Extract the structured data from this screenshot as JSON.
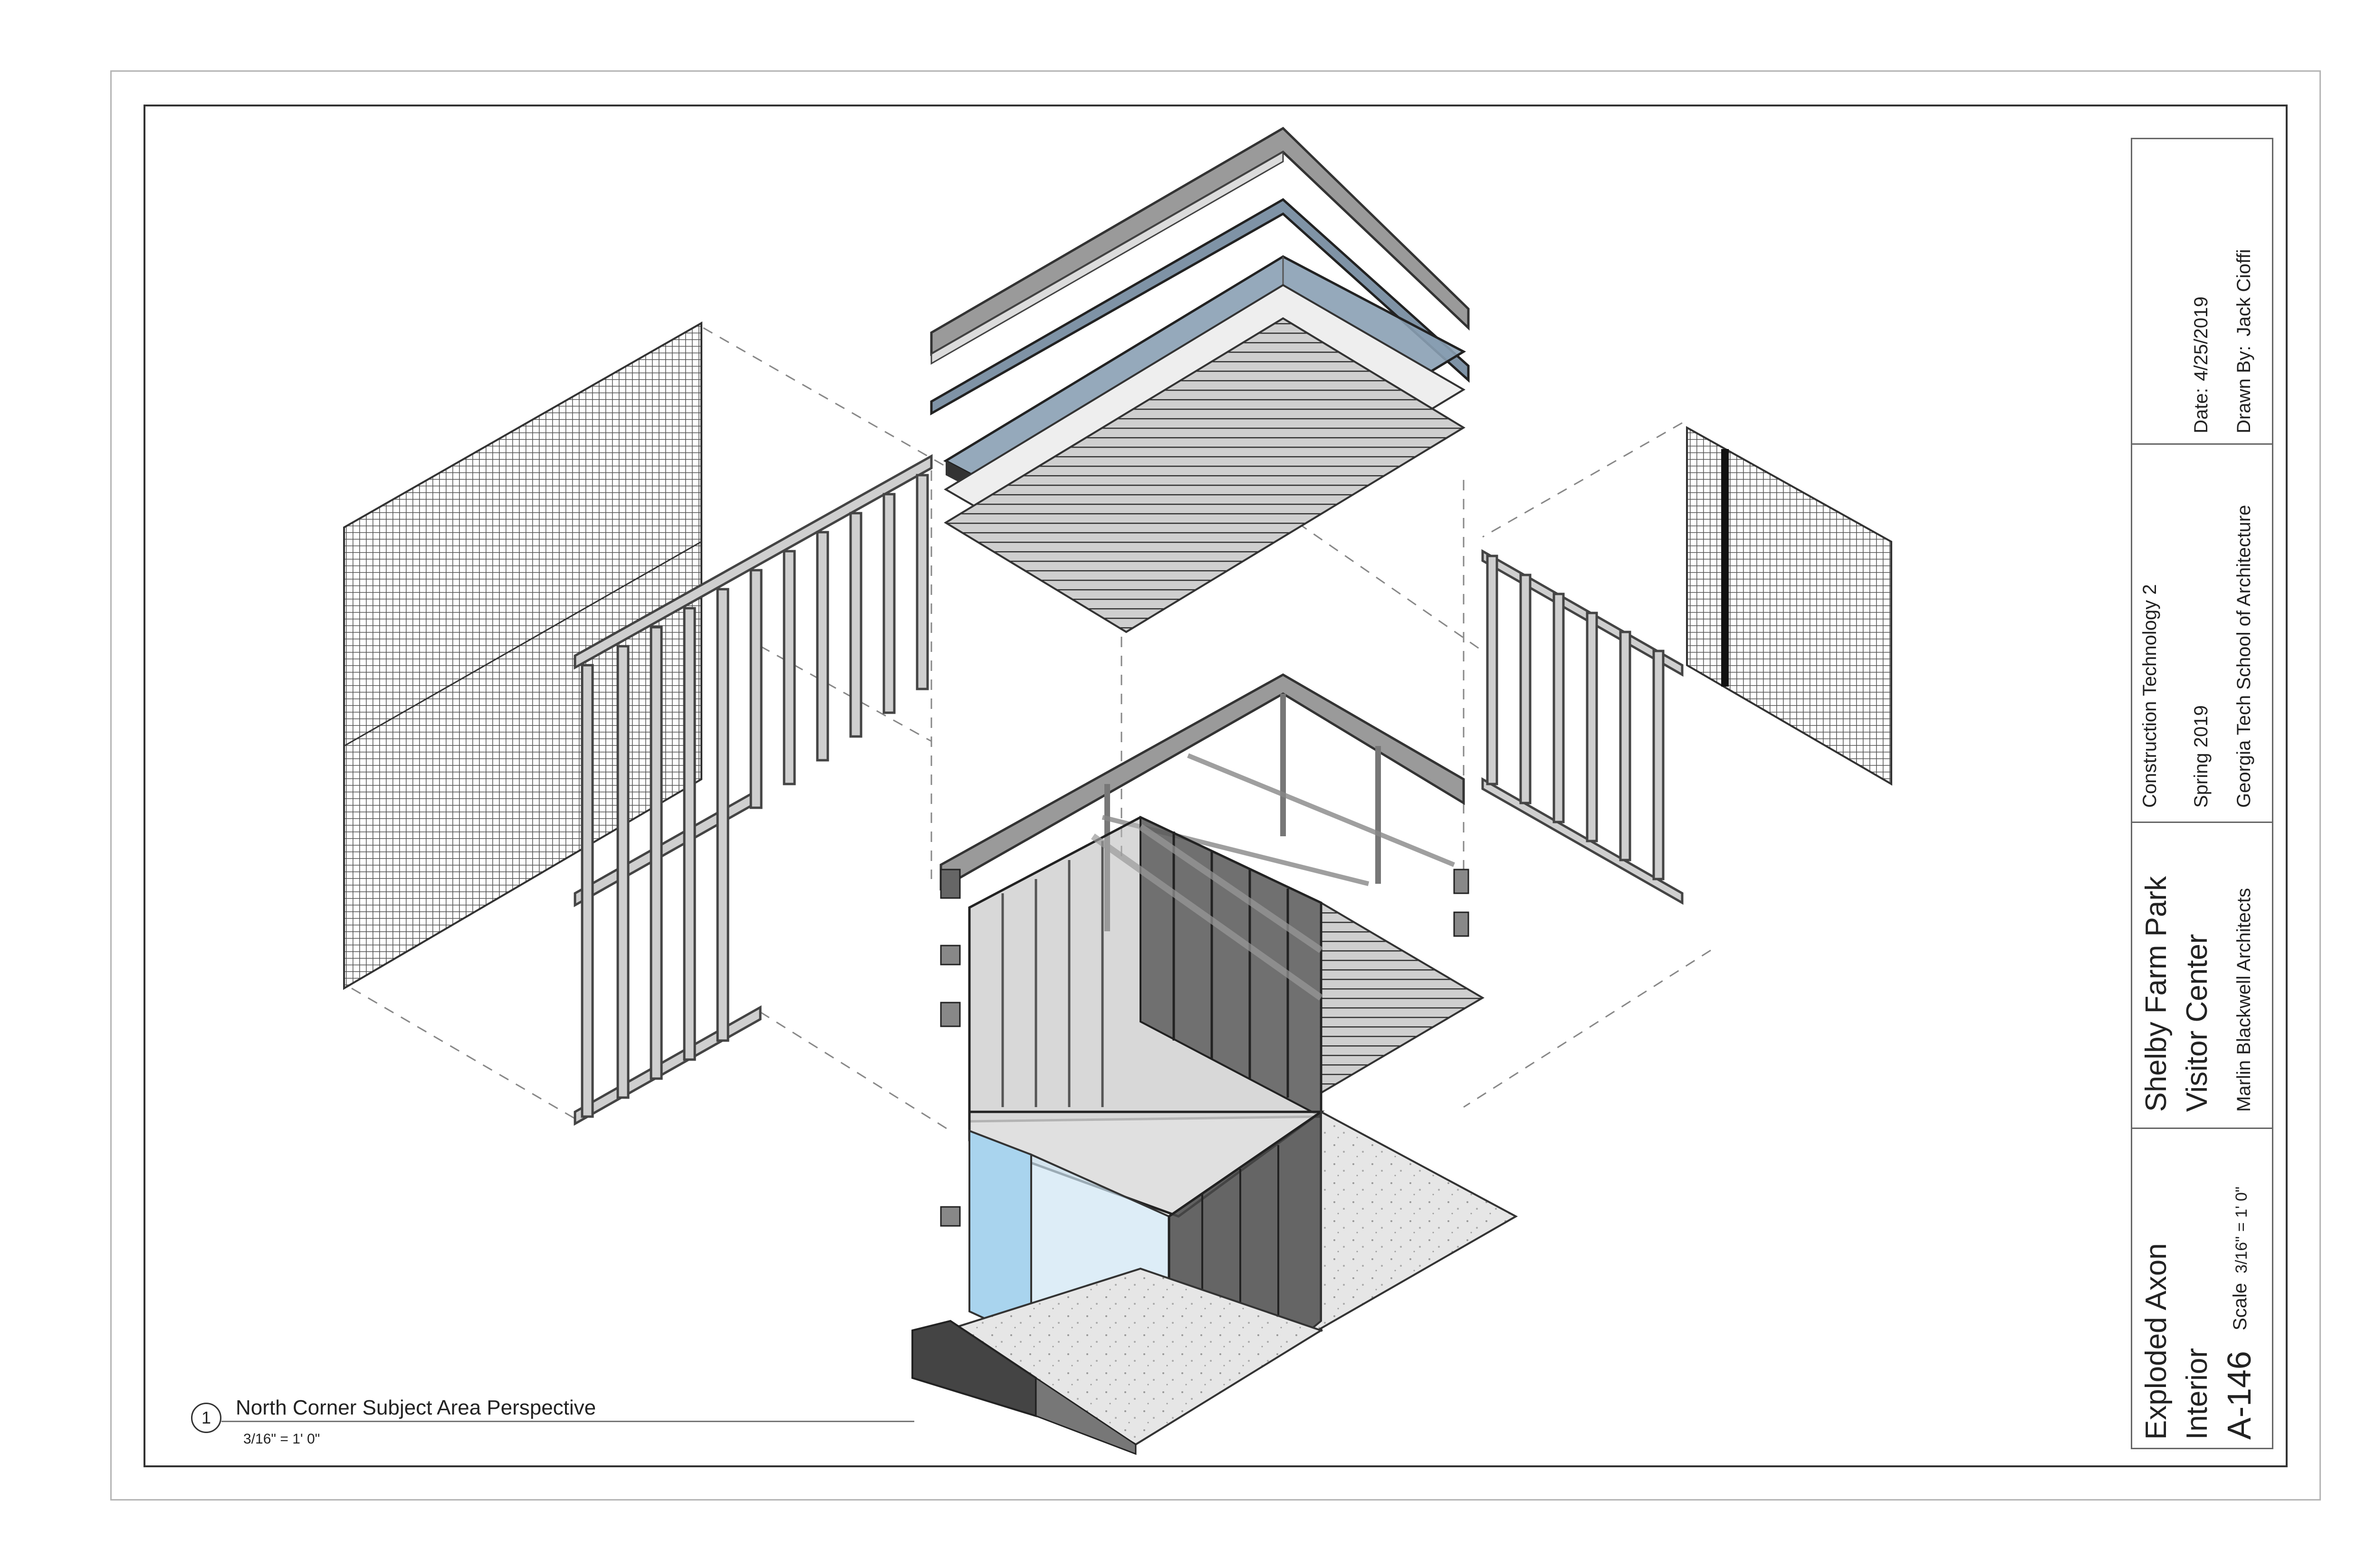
{
  "sheet": {
    "number": "A-146",
    "title_line1": "Exploded Axon",
    "title_line2": "Interior",
    "scale_label": "Scale",
    "scale_value": "3/16\" = 1' 0\""
  },
  "project": {
    "name_line1": "Shelby Farm Park",
    "name_line2": "Visitor Center",
    "architect": "Marlin Blackwell Architects"
  },
  "course": {
    "name": "Construction Technology 2",
    "term": "Spring 2019",
    "school": "Georgia Tech School of Architecture"
  },
  "meta": {
    "date_label": "Date:",
    "date_value": "4/25/2019",
    "drawn_by_label": "Drawn By:",
    "drawn_by_value": "Jack Cioffi"
  },
  "view": {
    "number": "1",
    "title": "North Corner Subject Area Perspective",
    "scale": "3/16\" = 1' 0\""
  },
  "colors": {
    "steel": "#8c8c8c",
    "steel_dark": "#4a4a4a",
    "glass_blue": "#7f93a6",
    "glass_light": "#a9d4ee",
    "concrete": "#e2e2e2",
    "mesh": "#5a5a5a"
  }
}
